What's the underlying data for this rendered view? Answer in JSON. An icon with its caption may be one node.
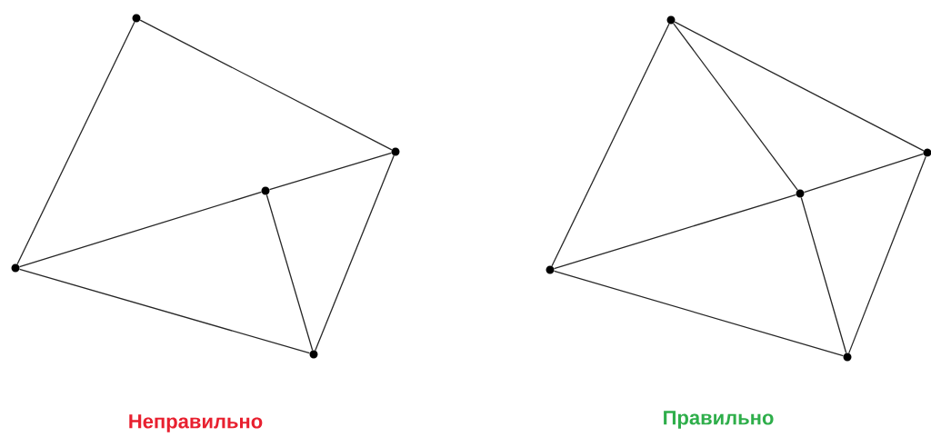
{
  "diagram": {
    "nodes": [
      {
        "text": [],
        "shape": "circle"
      },
      {
        "text": [],
        "shape": "circle"
      },
      {
        "text": [],
        "shape": "circle"
      },
      {
        "text": [],
        "shape": "circle"
      },
      {
        "text": [],
        "shape": "circle"
      },
      {
        "text": [],
        "shape": "circle"
      },
      {
        "text": [],
        "shape": "circle"
      },
      {
        "text": [],
        "shape": "circle"
      },
      {
        "text": [],
        "shape": "circle"
      },
      {
        "text": [],
        "shape": "circle"
      }
    ],
    "edges": [
      {
        "from": 0,
        "to": 3,
        "arrow": "none"
      },
      {
        "from": 0,
        "to": 1,
        "arrow": "none"
      },
      {
        "from": 3,
        "to": 2,
        "arrow": "none"
      },
      {
        "from": 2,
        "to": 1,
        "arrow": "none"
      },
      {
        "from": 3,
        "to": 4,
        "arrow": "none"
      },
      {
        "from": 2,
        "to": 4,
        "arrow": "none"
      },
      {
        "from": 1,
        "to": 4,
        "arrow": "none"
      },
      {
        "from": 5,
        "to": 8,
        "arrow": "none"
      },
      {
        "from": 5,
        "to": 6,
        "arrow": "none"
      },
      {
        "from": 5,
        "to": 7,
        "arrow": "none"
      },
      {
        "from": 8,
        "to": 7,
        "arrow": "none"
      },
      {
        "from": 7,
        "to": 6,
        "arrow": "none"
      },
      {
        "from": 8,
        "to": 9,
        "arrow": "none"
      },
      {
        "from": 7,
        "to": 9,
        "arrow": "none"
      },
      {
        "from": 6,
        "to": 9,
        "arrow": "none"
      }
    ],
    "labels": [
      "Неправильно",
      "Правильно"
    ]
  }
}
